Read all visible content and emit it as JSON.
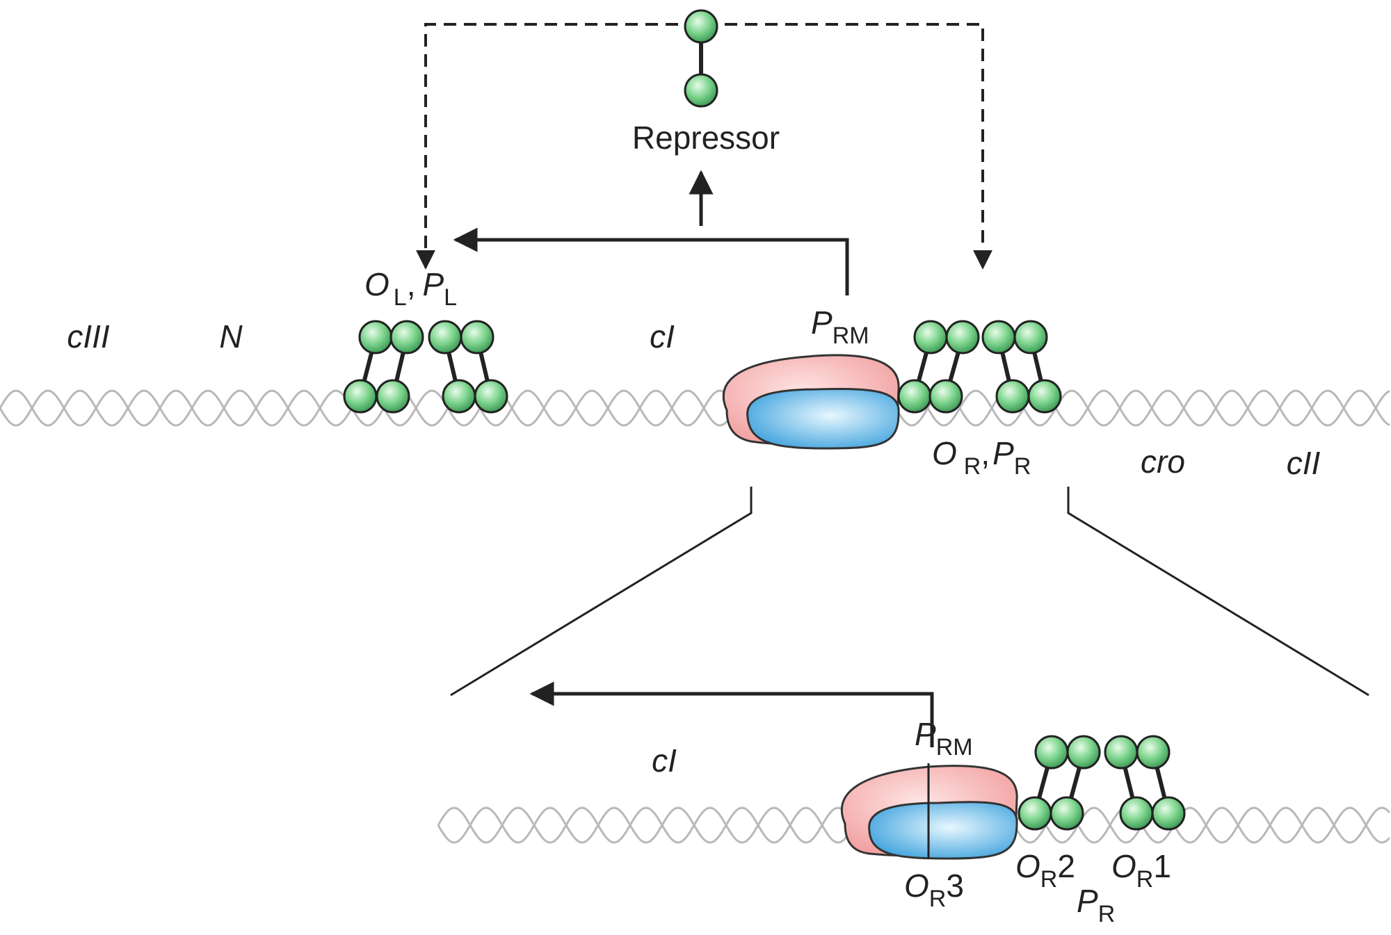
{
  "protein": {
    "label": "Repressor"
  },
  "top": {
    "genes": {
      "ciii": "cIII",
      "n": "N",
      "ci": "cI",
      "cro": "cro",
      "cii": "cII"
    },
    "ol_pl": {
      "o": "O",
      "o_sub": "L",
      "sep": ",",
      "p": "P",
      "p_sub": "L"
    },
    "prm": {
      "p": "P",
      "p_sub": "RM"
    },
    "or_pr": {
      "o": "O",
      "o_sub": "R",
      "sep": ",",
      "p": "P",
      "p_sub": "R"
    }
  },
  "zoom": {
    "ci": "cI",
    "prm": {
      "p": "P",
      "p_sub": "RM"
    },
    "or3": {
      "o": "O",
      "o_sub": "R",
      "num": "3"
    },
    "or2": {
      "o": "O",
      "o_sub": "R",
      "num": "2"
    },
    "or1": {
      "o": "O",
      "o_sub": "R",
      "num": "1"
    },
    "pr": {
      "p": "P",
      "p_sub": "R"
    }
  },
  "colors": {
    "dna": "#b8b8b8",
    "repressor_fill": "#7ed58e",
    "rnap_large": "#f4a4a4",
    "rnap_small": "#5ab6e8",
    "line": "#222222"
  }
}
